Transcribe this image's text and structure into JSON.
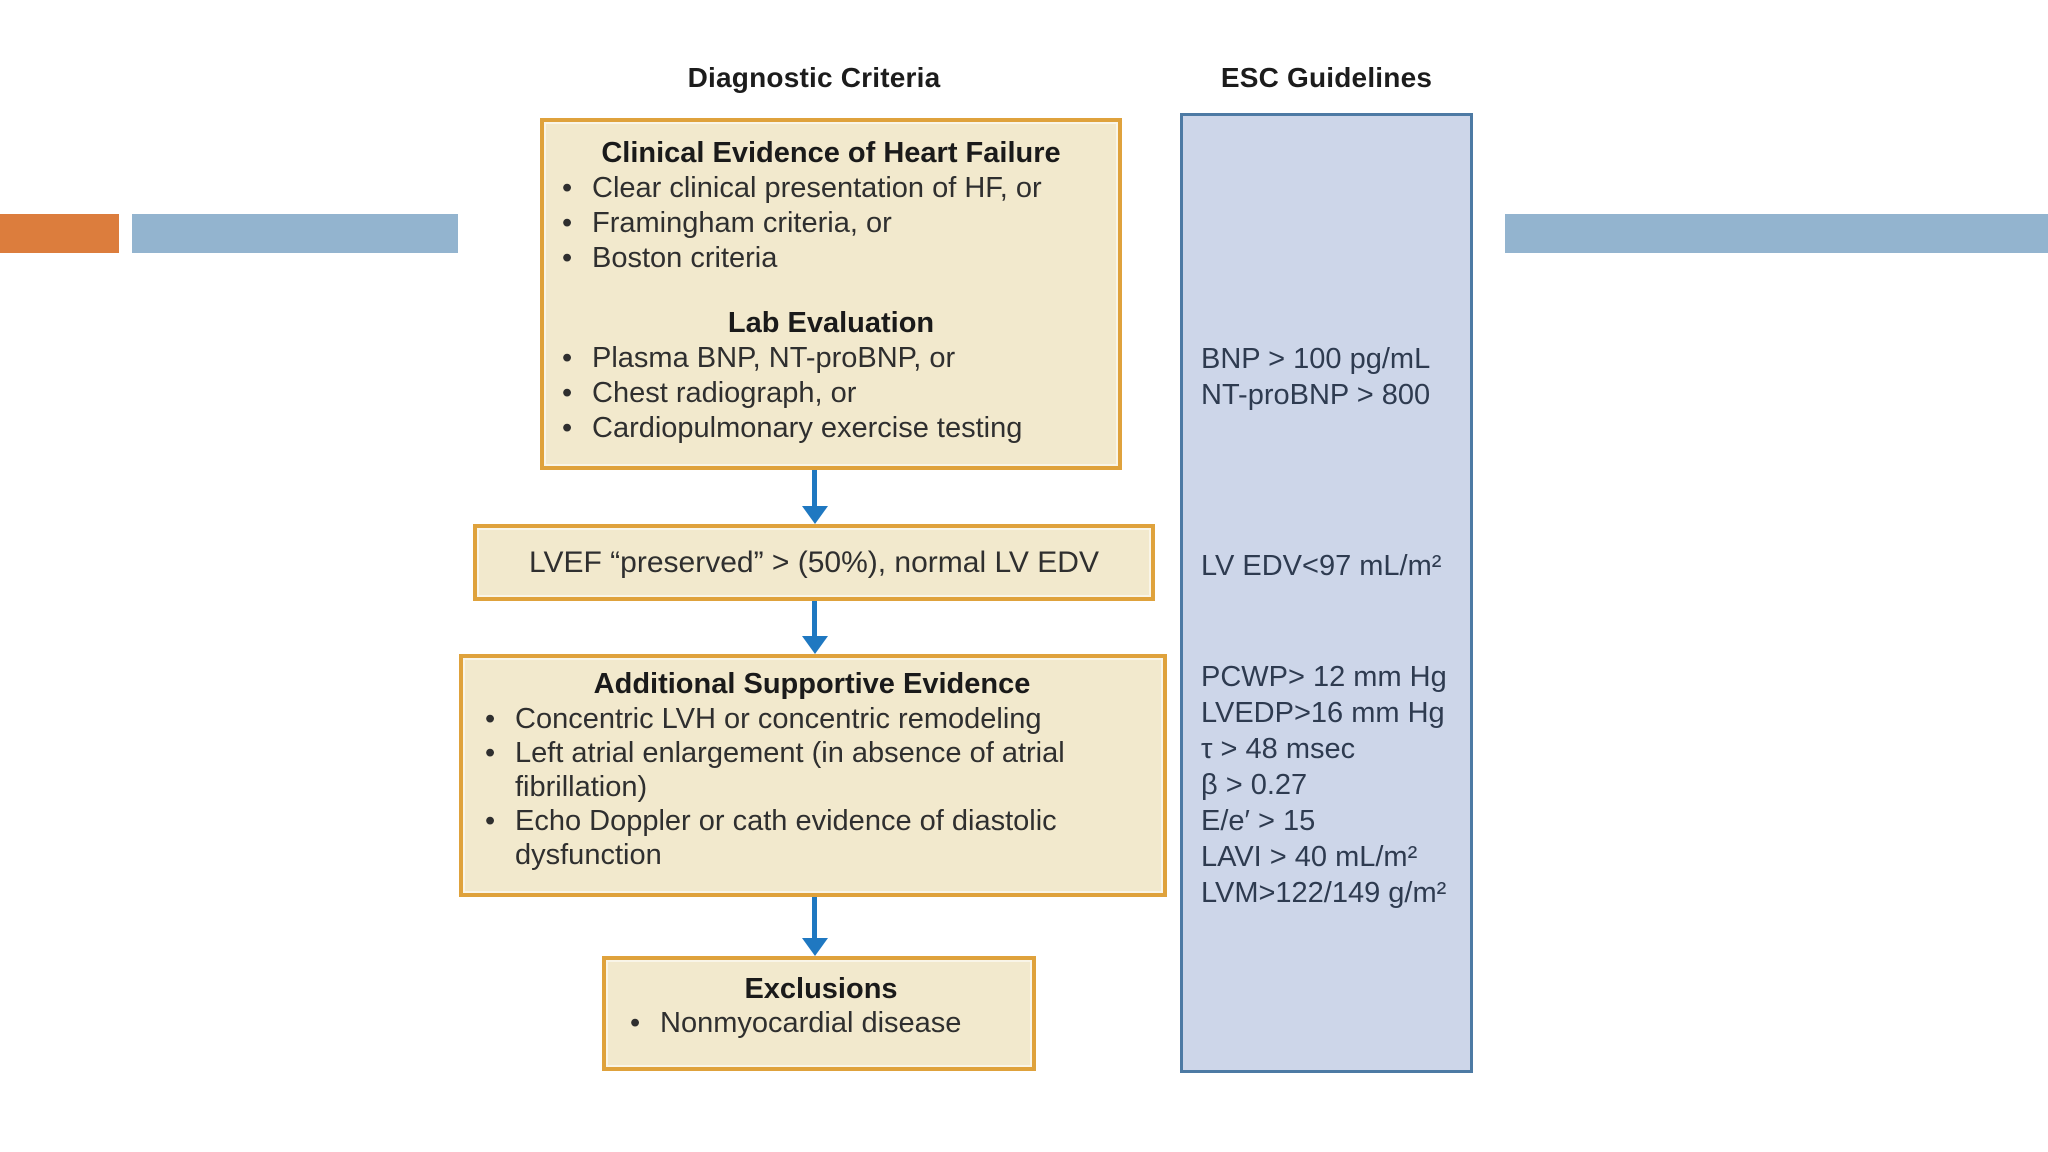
{
  "slide": {
    "headers": {
      "left": "Diagnostic Criteria",
      "right": "ESC Guidelines"
    },
    "flowchart": {
      "box1": {
        "sections": [
          {
            "heading": "Clinical Evidence of Heart Failure",
            "bullets": [
              "Clear clinical presentation of HF, or",
              "Framingham criteria, or",
              "Boston criteria"
            ]
          },
          {
            "heading": "Lab Evaluation",
            "bullets": [
              "Plasma BNP, NT-proBNP, or",
              "Chest radiograph, or",
              "Cardiopulmonary exercise testing"
            ]
          }
        ]
      },
      "box2": {
        "text": "LVEF “preserved” > (50%), normal LV EDV"
      },
      "box3": {
        "heading": "Additional Supportive Evidence",
        "bullets": [
          "Concentric LVH or concentric remodeling",
          "Left atrial enlargement (in absence of atrial fibrillation)",
          "Echo Doppler or cath evidence of diastolic dysfunction"
        ]
      },
      "box4": {
        "heading": "Exclusions",
        "bullets": [
          "Nonmyocardial disease"
        ]
      }
    },
    "esc_panel": {
      "natriuretic": [
        "BNP > 100 pg/mL",
        "NT-proBNP > 800"
      ],
      "volume": [
        "LV EDV<97 mL/m²"
      ],
      "hemodynamic": [
        "PCWP> 12 mm Hg",
        "LVEDP>16 mm Hg",
        "τ > 48 msec",
        "β > 0.27",
        "E/e′ > 15",
        "LAVI > 40 mL/m²",
        "LVM>122/149 g/m²"
      ]
    },
    "colors": {
      "accent_orange": "#dc7d3d",
      "accent_blue": "#93b4cf",
      "box_fill": "#f2e9cd",
      "box_border": "#dfa23c",
      "panel_fill": "#cdd6e9",
      "panel_border": "#4d7aa4",
      "arrow_blue": "#1f78c1"
    }
  }
}
